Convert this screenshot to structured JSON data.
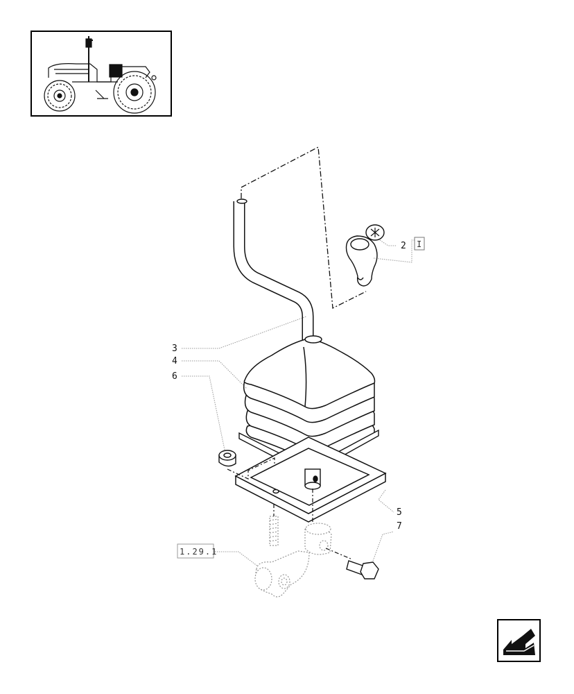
{
  "callouts": {
    "c2": "2",
    "c3": "3",
    "c4": "4",
    "c5": "5",
    "c6": "6",
    "c7": "7"
  },
  "refs": {
    "knob_ref": "I",
    "section_ref": "1.29.1"
  },
  "icons": {
    "tractor": "tractor-thumbnail-icon",
    "nav": "back-arrow-icon"
  }
}
